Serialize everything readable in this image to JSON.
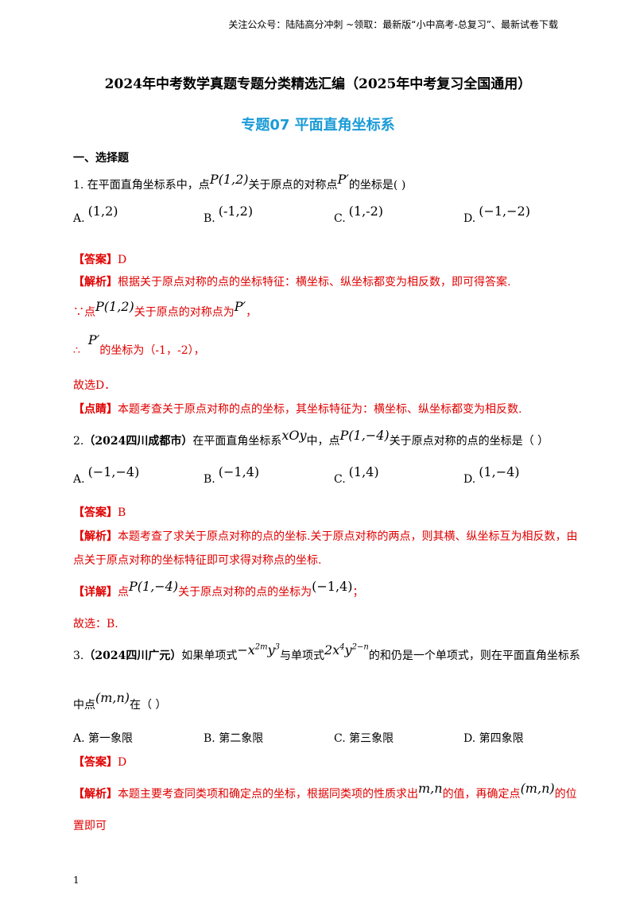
{
  "header_note": "关注公众号：陆陆高分冲刺 ~领取：最新版“小中高考-总复习”、最新试卷下载",
  "doc_title": "2024年中考数学真题专题分类精选汇编（2025年中考复习全国通用）",
  "topic_title": "专题07  平面直角坐标系",
  "section_title": "一、选择题",
  "q1": {
    "prefix": "1. 在平面直角坐标系中，点",
    "point": "P(1,2)",
    "middle": "关于原点的对称点",
    "point2": "P′",
    "suffix": "的坐标是( )",
    "options": [
      {
        "letter": "A.",
        "value": "(1,2)"
      },
      {
        "letter": "B.",
        "value": "(-1,2)"
      },
      {
        "letter": "C.",
        "value": "(1,-2)"
      },
      {
        "letter": "D.",
        "value": "(−1,−2)"
      }
    ],
    "answer_tag": "【答案】",
    "answer": "D",
    "analysis_tag": "【解析】",
    "analysis": "根据关于原点对称的点的坐标特征：横坐标、纵坐标都变为相反数，即可得答案.",
    "step1_prefix": "∵点",
    "step1_point": "P(1,2)",
    "step1_suffix": "关于原点的对称点为",
    "step1_point2": "P′",
    "step1_end": "，",
    "step2_prefix": "∴",
    "step2_point": "P′",
    "step2_suffix": "的坐标为（-1，-2），",
    "choose": "故选D．",
    "comment_tag": "【点睛】",
    "comment": "本题考查关于原点对称的点的坐标，其坐标特征为：横坐标、纵坐标都变为相反数."
  },
  "q2": {
    "prefix": "2.",
    "source": "（2024四川成都市）",
    "text1": "在平面直角坐标系",
    "coord": "xOy",
    "text2": "中，点",
    "point": "P(1,−4)",
    "text3": "关于原点对称的点的坐标是（      ）",
    "options": [
      {
        "letter": "A.",
        "value": "(−1,−4)"
      },
      {
        "letter": "B.",
        "value": "(−1,4)"
      },
      {
        "letter": "C.",
        "value": "(1,4)"
      },
      {
        "letter": "D.",
        "value": "(1,−4)"
      }
    ],
    "answer_tag": "【答案】",
    "answer": "B",
    "analysis_tag": "【解析】",
    "analysis_line1": "本题考查了求关于原点对称的点的坐标.关于原点对称的两点，则其横、纵坐标互为相反数，由",
    "analysis_line2": "点关于原点对称的坐标特征即可求得对称点的坐标.",
    "detail_tag": "【详解】",
    "detail_prefix": "点",
    "detail_point": "P(1,−4)",
    "detail_middle": "关于原点对称的点的坐标为",
    "detail_point2": "(−1,4)",
    "detail_end": "；",
    "choose": "故选：B."
  },
  "q3": {
    "prefix": "3.",
    "source": "（2024四川广元）",
    "text1": "如果单项式",
    "mono1_base": "−x",
    "mono1_exp": "2m",
    "mono1_y": "y",
    "mono1_yexp": "3",
    "text2": "与单项式",
    "mono2_base": "2x",
    "mono2_exp": "4",
    "mono2_y": "y",
    "mono2_yexp": "2−n",
    "text3": "的和仍是一个单项式，则在平面直角坐标系",
    "line2_prefix": "中点",
    "line2_point": "(m,n)",
    "line2_suffix": "在（    ）",
    "options": [
      {
        "letter": "A.",
        "value": "第一象限"
      },
      {
        "letter": "B.",
        "value": "第二象限"
      },
      {
        "letter": "C.",
        "value": "第三象限"
      },
      {
        "letter": "D.",
        "value": "第四象限"
      }
    ],
    "answer_tag": "【答案】",
    "answer": "D",
    "analysis_tag": "【解析】",
    "analysis_text1": "本题主要考查同类项和确定点的坐标，根据同类项的性质求出",
    "analysis_vars": "m,n",
    "analysis_text2": "的值，再确定点",
    "analysis_point": "(m,n)",
    "analysis_text3": "的位",
    "analysis_line2": "置即可"
  },
  "page_number": "1"
}
